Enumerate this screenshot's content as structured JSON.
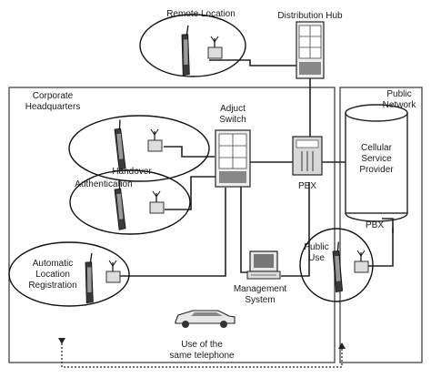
{
  "labels": {
    "remote_location": "Remote Location",
    "distribution_hub": "Distribution Hub",
    "corporate_hq_1": "Corporate",
    "corporate_hq_2": "Headquarters",
    "public_network_1": "Public",
    "public_network_2": "Network",
    "adjunct_switch_1": "Adjuct",
    "adjunct_switch_2": "Switch",
    "handover": "Handover",
    "authentication": "Authentication",
    "pbx_center": "PBX",
    "cellular_1": "Cellular",
    "cellular_2": "Service",
    "cellular_3": "Provider",
    "pbx_right": "PBX",
    "public_use_1": "Public",
    "public_use_2": "Use",
    "auto_loc_1": "Automatic",
    "auto_loc_2": "Location",
    "auto_loc_3": "Registration",
    "mgmt_1": "Management",
    "mgmt_2": "System",
    "same_phone_1": "Use of the",
    "same_phone_2": "same telephone"
  },
  "icons": [
    "cell-phone-icon",
    "base-station-antenna-icon",
    "switch-cabinet-icon",
    "pbx-icon",
    "computer-icon",
    "car-icon"
  ]
}
